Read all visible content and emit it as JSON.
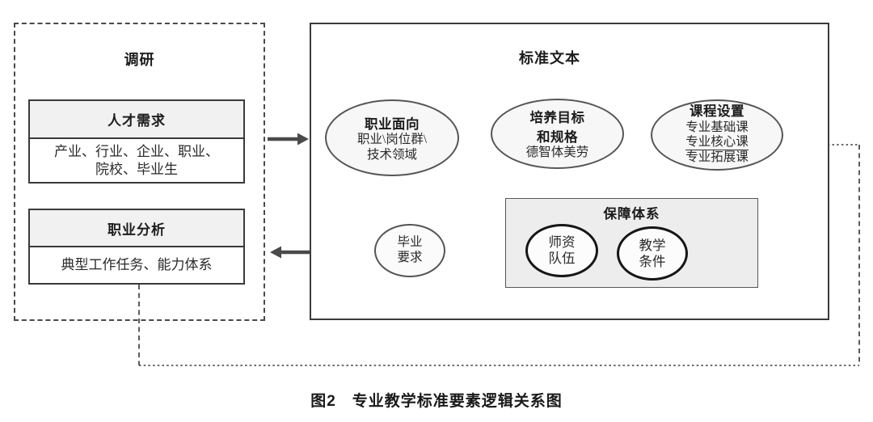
{
  "colors": {
    "ink": "#222222",
    "box_border": "#3a3a3a",
    "ellipse_border": "#555555",
    "bold_ellipse_border": "#161616",
    "header_fill": "#f1f1f1",
    "ellipse_fill": "#f7f7f7",
    "support_fill": "#ededed",
    "arrow": "#4a4a4a"
  },
  "research_panel": {
    "title": "调研",
    "talent_box": {
      "header": "人才需求",
      "body_line1": "产业、行业、企业、职业、",
      "body_line2": "院校、毕业生"
    },
    "job_box": {
      "header": "职业分析",
      "body": "典型工作任务、能力体系"
    }
  },
  "standard_panel": {
    "title": "标准文本",
    "career_ellipse": {
      "title": "职业面向",
      "line1": "职业\\岗位群\\",
      "line2": "技术领域"
    },
    "goal_ellipse": {
      "title_line1": "培养目标",
      "title_line2": "和规格",
      "subtitle": "德智体美劳"
    },
    "curriculum_ellipse": {
      "title": "课程设置",
      "line1": "专业基础课",
      "line2": "专业核心课",
      "line3": "专业拓展课"
    },
    "graduation_ellipse": {
      "line1": "毕业",
      "line2": "要求"
    },
    "support_box": {
      "title": "保障体系",
      "teacher_ellipse": {
        "line1": "师资",
        "line2": "队伍"
      },
      "condition_ellipse": {
        "line1": "教学",
        "line2": "条件"
      }
    }
  },
  "caption": "图2　专业教学标准要素逻辑关系图"
}
